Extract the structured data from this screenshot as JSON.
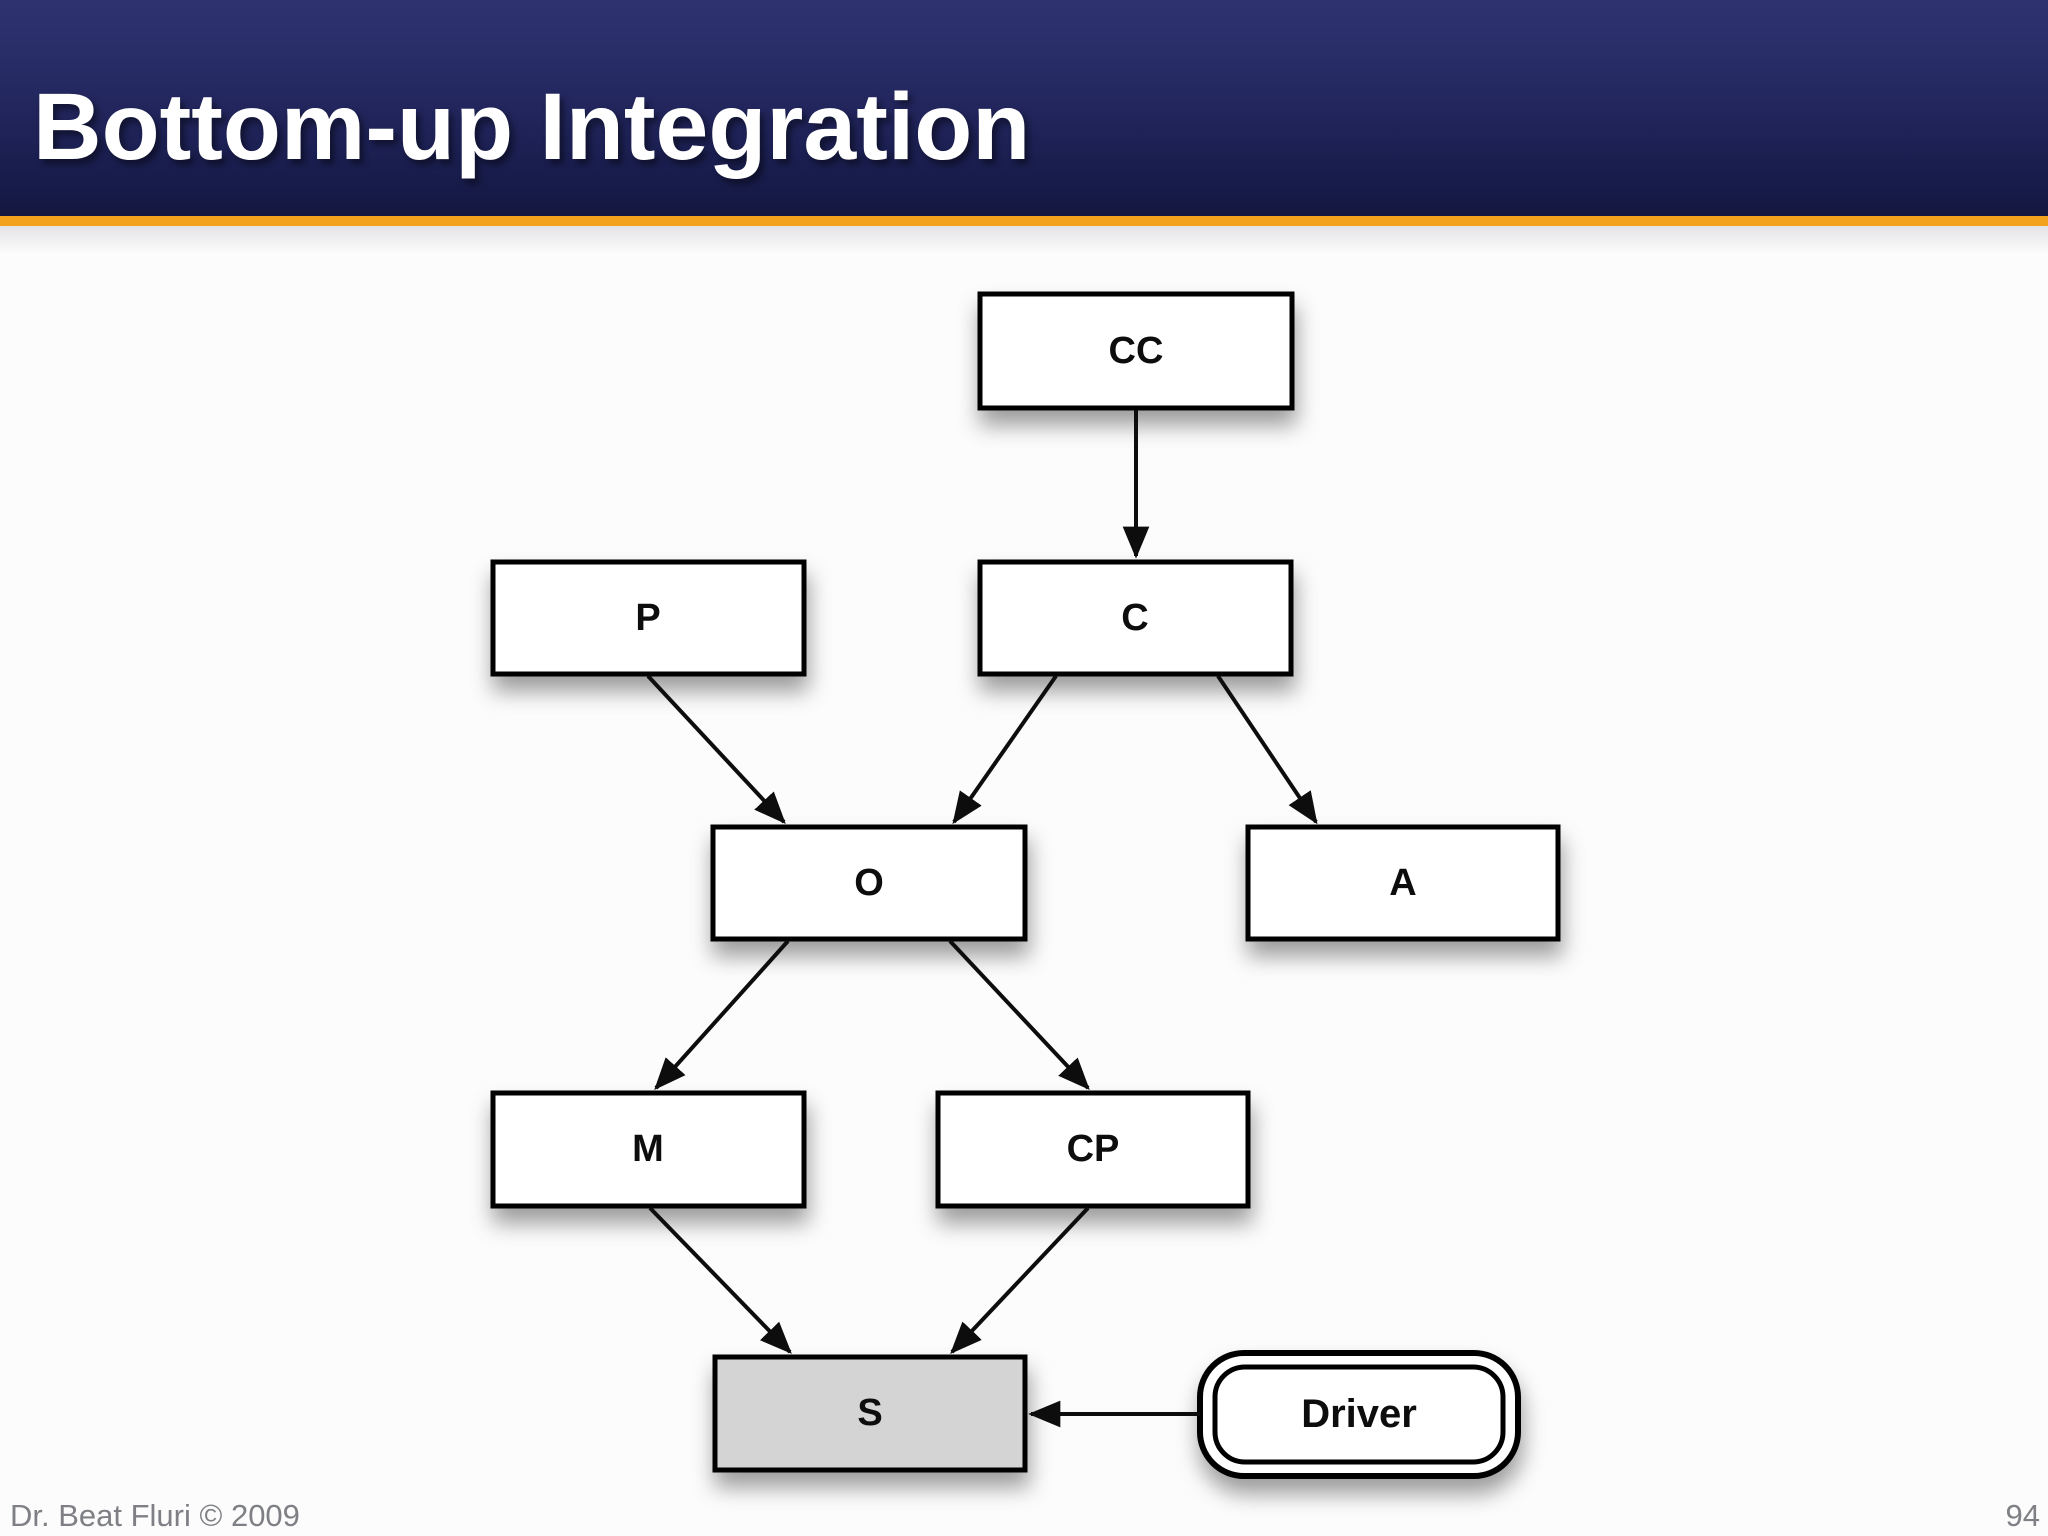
{
  "slide": {
    "title": "Bottom-up Integration"
  },
  "diagram": {
    "nodes": [
      {
        "id": "CC",
        "label": "CC",
        "shape": "rectangle",
        "fill": "#ffffff"
      },
      {
        "id": "P",
        "label": "P",
        "shape": "rectangle",
        "fill": "#ffffff"
      },
      {
        "id": "C",
        "label": "C",
        "shape": "rectangle",
        "fill": "#ffffff"
      },
      {
        "id": "O",
        "label": "O",
        "shape": "rectangle",
        "fill": "#ffffff"
      },
      {
        "id": "A",
        "label": "A",
        "shape": "rectangle",
        "fill": "#ffffff"
      },
      {
        "id": "M",
        "label": "M",
        "shape": "rectangle",
        "fill": "#ffffff"
      },
      {
        "id": "CP",
        "label": "CP",
        "shape": "rectangle",
        "fill": "#ffffff"
      },
      {
        "id": "S",
        "label": "S",
        "shape": "rectangle",
        "fill": "#d4d4d4"
      },
      {
        "id": "Driver",
        "label": "Driver",
        "shape": "double-rounded",
        "fill": "#ffffff"
      }
    ],
    "edges": [
      {
        "from": "CC",
        "to": "C"
      },
      {
        "from": "P",
        "to": "O"
      },
      {
        "from": "C",
        "to": "O"
      },
      {
        "from": "C",
        "to": "A"
      },
      {
        "from": "O",
        "to": "M"
      },
      {
        "from": "O",
        "to": "CP"
      },
      {
        "from": "M",
        "to": "S"
      },
      {
        "from": "CP",
        "to": "S"
      },
      {
        "from": "Driver",
        "to": "S"
      }
    ]
  },
  "footer": {
    "author": "Dr. Beat Fluri © 2009",
    "page_number": "94"
  },
  "colors": {
    "header_navy": "#1d2155",
    "accent_orange": "#f2a21d",
    "node_border": "#000000",
    "node_fill": "#ffffff",
    "node_shaded_fill": "#d4d4d4",
    "footer_text": "#7f8085"
  }
}
